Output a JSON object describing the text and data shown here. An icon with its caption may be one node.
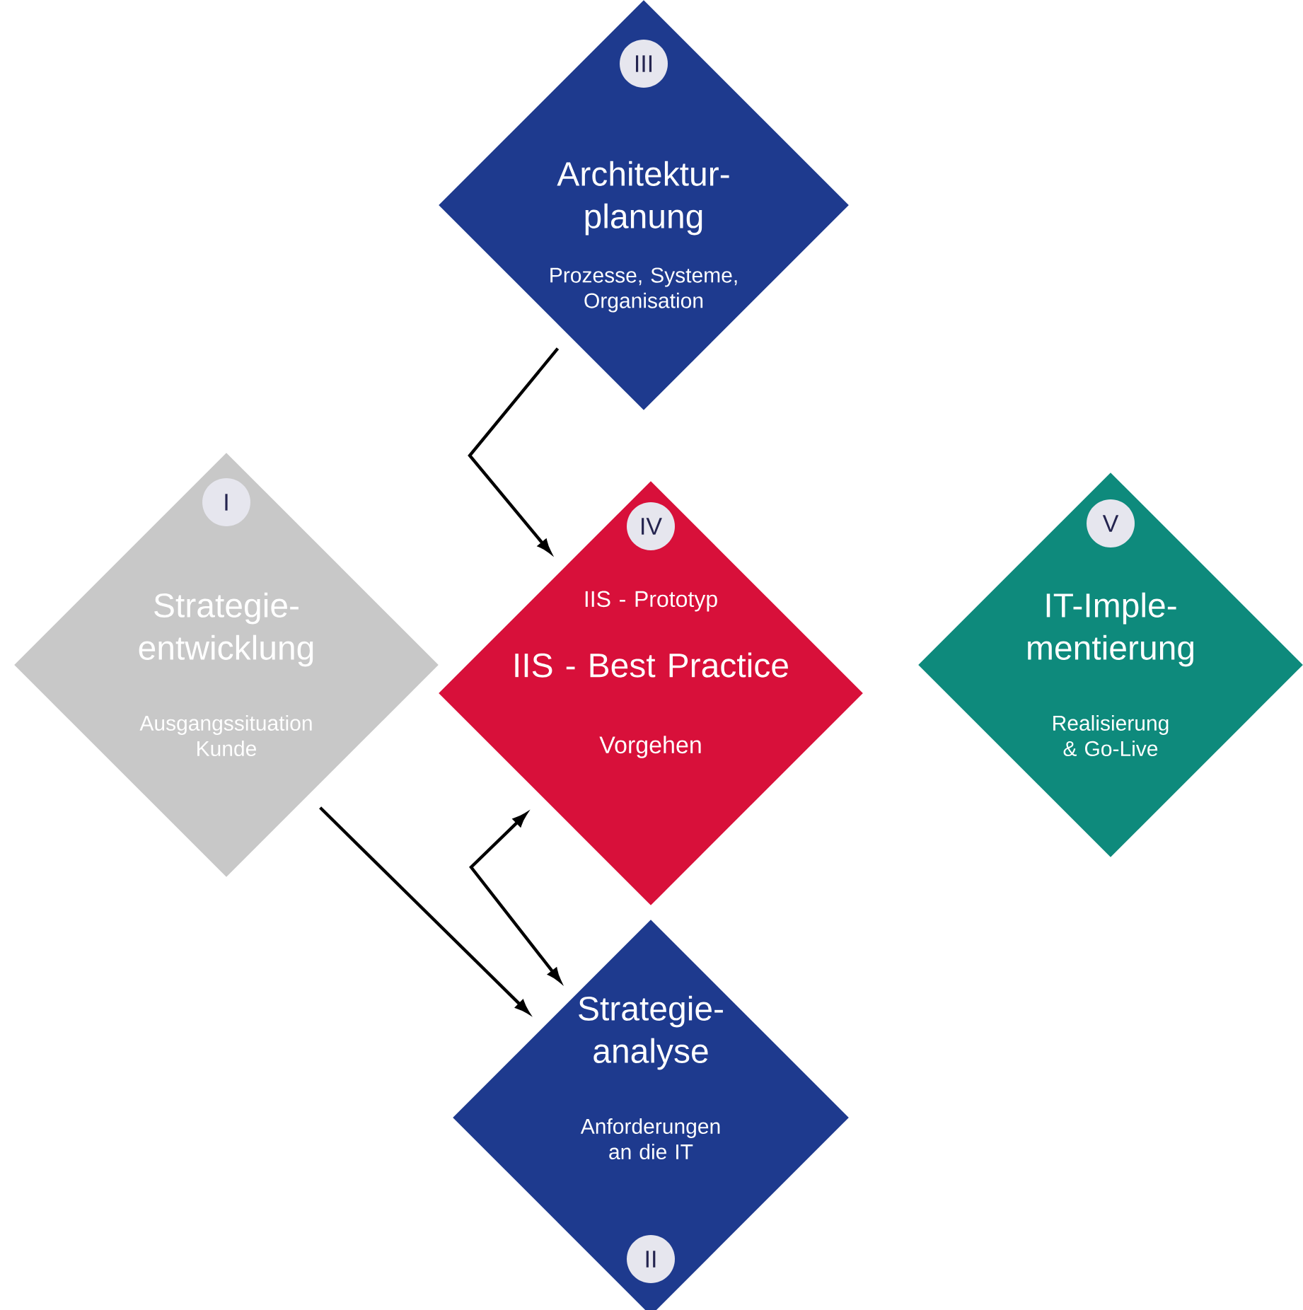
{
  "diagram": {
    "nodes": [
      {
        "text": [
          "Architektur- planung",
          "Prozesse, Systeme, Organisation"
        ]
      },
      {
        "text": [
          "III"
        ],
        "in": 0
      },
      {
        "text": [
          "Strategie- entwicklung",
          "Ausgangssituation Kunde"
        ]
      },
      {
        "text": [
          "I"
        ],
        "in": 2
      },
      {
        "text": [
          "IIS - Prototyp",
          "IIS - Best Practice",
          "Vorgehen"
        ]
      },
      {
        "text": [
          "IV"
        ],
        "in": 4
      },
      {
        "text": [
          "IT-Imple- mentierung",
          "Realisierung & Go-Live"
        ]
      },
      {
        "text": [
          "V"
        ],
        "in": 6
      },
      {
        "text": [
          "Strategie- analyse",
          "Anforderungen an die IT"
        ]
      },
      {
        "text": [
          "II"
        ],
        "in": 8
      }
    ],
    "edges": [
      {
        "from": 0,
        "to": 4,
        "arrow": "to"
      },
      {
        "from": 2,
        "to": 8,
        "arrow": "to"
      },
      {
        "from": 4,
        "to": 8,
        "arrow": "both"
      }
    ]
  }
}
